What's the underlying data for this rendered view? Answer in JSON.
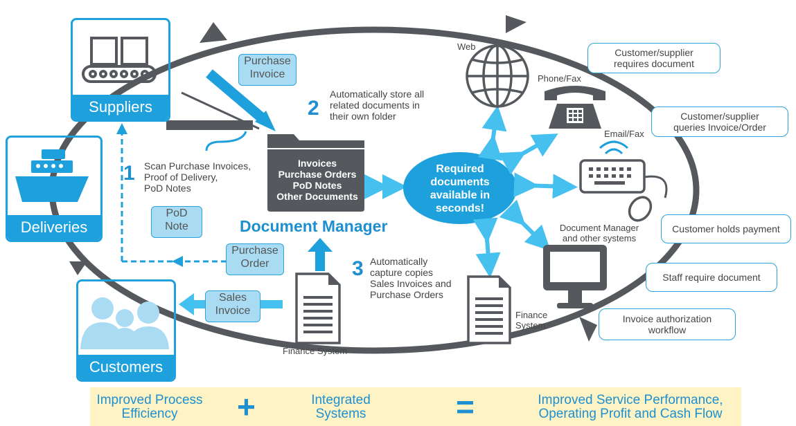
{
  "suppliers": {
    "label": "Suppliers"
  },
  "deliveries": {
    "label": "Deliveries"
  },
  "customers": {
    "label": "Customers"
  },
  "step1": {
    "number": "1",
    "lines": [
      "Scan Purchase Invoices,",
      "Proof of Delivery,",
      "PoD Notes"
    ]
  },
  "step2": {
    "number": "2",
    "lines": [
      "Automatically store all",
      "related documents in",
      "their own folder"
    ]
  },
  "step3": {
    "number": "3",
    "lines": [
      "Automatically",
      "capture copies",
      "Sales Invoices and",
      "Purchase Orders"
    ]
  },
  "tags": {
    "purchase_invoice": [
      "Purchase",
      "Invoice"
    ],
    "pod_note": [
      "PoD",
      "Note"
    ],
    "purchase_order": [
      "Purchase",
      "Order"
    ],
    "sales_invoice": [
      "Sales",
      "Invoice"
    ]
  },
  "folder": {
    "lines": [
      "Invoices",
      "Purchase Orders",
      "PoD Notes",
      "Other Documents"
    ]
  },
  "document_manager": {
    "title": "Document Manager"
  },
  "bubble": {
    "lines": [
      "Required",
      "documents",
      "available in",
      "seconds!"
    ]
  },
  "channels": {
    "web": "Web",
    "phone": "Phone/Fax",
    "email": "Email/Fax",
    "dm_systems": [
      "Document Manager",
      "and other systems"
    ],
    "finance_left": "Finance System",
    "finance_right": [
      "Finance",
      "System"
    ]
  },
  "notes": [
    [
      "Customer/supplier",
      "requires document"
    ],
    [
      "Customer/supplier",
      "queries Invoice/Order"
    ],
    [
      "Customer holds payment"
    ],
    [
      "Staff require document"
    ],
    [
      "Invoice authorization",
      "workflow"
    ]
  ],
  "banner": {
    "left": [
      "Improved Process",
      "Efficiency"
    ],
    "plus": "+",
    "middle": [
      "Integrated",
      "Systems"
    ],
    "equals": "=",
    "right": [
      "Improved Service Performance,",
      "Operating Profit and Cash Flow"
    ]
  },
  "colors": {
    "accent": "#1ea0dc",
    "light": "#a9dcf3",
    "dark": "#55595e",
    "banner": "#fdf3c4"
  }
}
